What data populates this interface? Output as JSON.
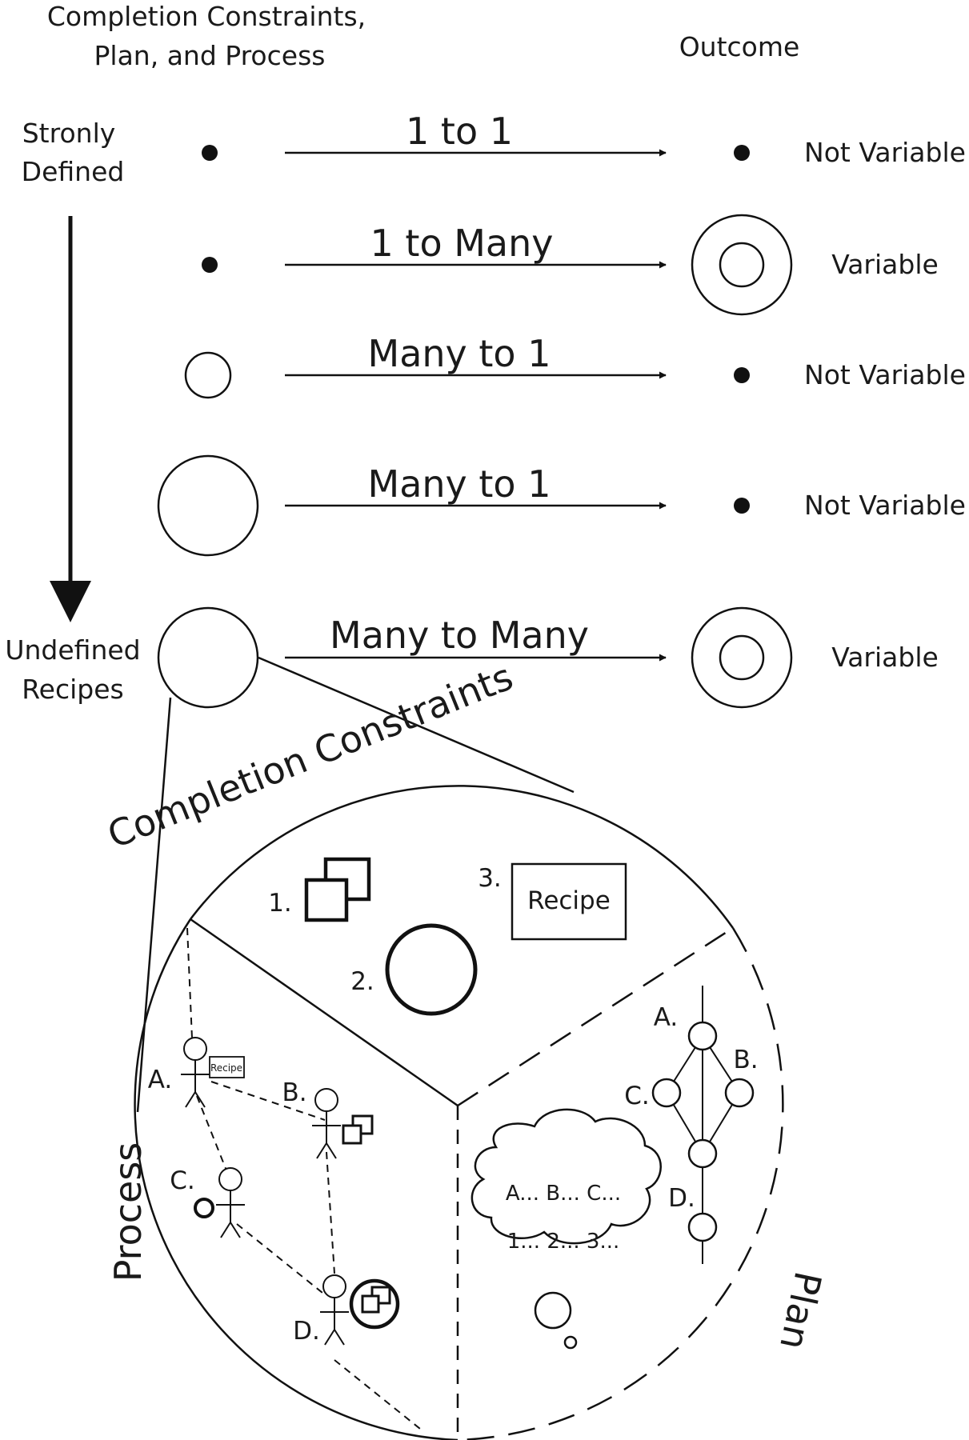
{
  "header": {
    "left_line1": "Completion Constraints,",
    "left_line2": "Plan, and Process",
    "right": "Outcome"
  },
  "axis": {
    "top_line1": "Stronly",
    "top_line2": "Defined",
    "bottom_line1": "Undefined",
    "bottom_line2": "Recipes"
  },
  "rows": [
    {
      "relation": "1 to 1",
      "outcome": "Not Variable"
    },
    {
      "relation": "1 to Many",
      "outcome": "Variable"
    },
    {
      "relation": "Many to 1",
      "outcome": "Not Variable"
    },
    {
      "relation": "Many to 1",
      "outcome": "Not Variable"
    },
    {
      "relation": "Many to Many",
      "outcome": "Variable"
    }
  ],
  "detail": {
    "sector_constraints": "Completion Constraints",
    "sector_process": "Process",
    "sector_plan": "Plan",
    "constraint_items": [
      "1.",
      "2.",
      "3."
    ],
    "recipe_label": "Recipe",
    "process_agents": [
      "A.",
      "B.",
      "C.",
      "D."
    ],
    "agent_recipe_label": "Recipe",
    "plan_nodes": [
      "A.",
      "B.",
      "C.",
      "D."
    ],
    "thought_line1": "A... B... C...",
    "thought_line2": "1... 2... 3..."
  }
}
